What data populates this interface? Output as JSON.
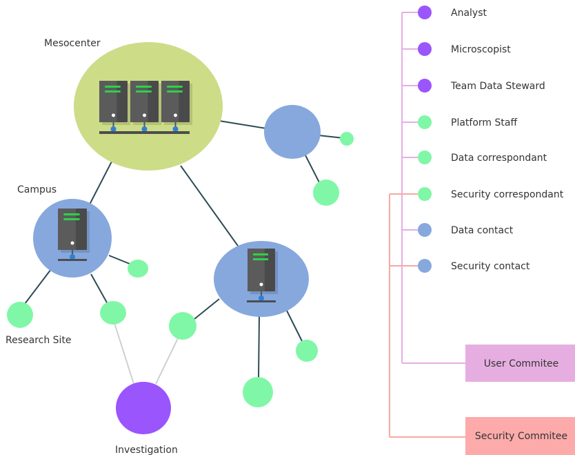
{
  "colors": {
    "mesocenter": "#cddc87",
    "site": "#86a8dd",
    "leaf": "#80f7a6",
    "investigation": "#9a55fd",
    "edge": "#2b4b55",
    "edge_light": "#cfcfcf",
    "user_committee_line": "#e6aee0",
    "security_committee_line": "#f7a8a3",
    "user_committee_fill": "#e6aee0",
    "security_committee_fill": "#fcaaaa",
    "server_dark": "#4a4a4a",
    "server_mid": "#5b5b5b",
    "server_led": "#2ed14a",
    "server_port": "#2f7fd6"
  },
  "labels": {
    "mesocenter": "Mesocenter",
    "campus": "Campus",
    "research_site": "Research Site",
    "investigation": "Investigation"
  },
  "legend": {
    "items": [
      {
        "label": "Analyst",
        "icon": "purple-dot",
        "color": "#9a55fd"
      },
      {
        "label": "Microscopist",
        "icon": "purple-dot",
        "color": "#9a55fd"
      },
      {
        "label": "Team Data Steward",
        "icon": "purple-dot",
        "color": "#9a55fd"
      },
      {
        "label": "Platform Staff",
        "icon": "green-dot",
        "color": "#80f7a6"
      },
      {
        "label": "Data correspondant",
        "icon": "green-dot",
        "color": "#80f7a6"
      },
      {
        "label": "Security correspondant",
        "icon": "green-dot",
        "color": "#80f7a6"
      },
      {
        "label": "Data contact",
        "icon": "blue-dot",
        "color": "#86a8dd"
      },
      {
        "label": "Security contact",
        "icon": "blue-dot",
        "color": "#86a8dd"
      }
    ]
  },
  "committees": {
    "user": "User Commitee",
    "security": "Security Commitee"
  }
}
